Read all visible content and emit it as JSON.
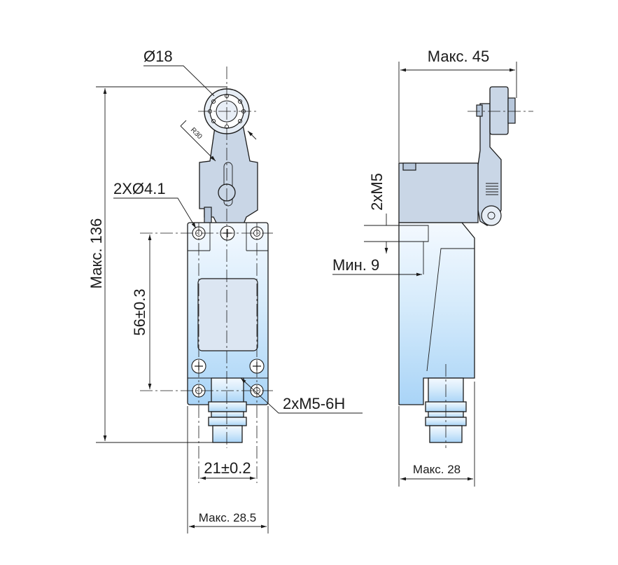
{
  "front_view": {
    "roller_diameter": "Ø18",
    "radius": "R30",
    "mount_holes": "2XØ4.1",
    "max_height": "Макс. 136",
    "hole_spacing_vertical": "56±0.3",
    "screw_thread": "2xM5-6H",
    "hole_spacing_horizontal": "21±0.2",
    "max_width": "Макс. 28.5"
  },
  "side_view": {
    "max_width": "Макс. 45",
    "thread": "2xM5",
    "min_depth": "Мин. 9",
    "max_depth": "Макс. 28"
  },
  "colors": {
    "body_top": "#ffffff",
    "body_bottom": "#a9d4f7",
    "lever": "#c9d6e6",
    "line": "#1b1b1b"
  }
}
